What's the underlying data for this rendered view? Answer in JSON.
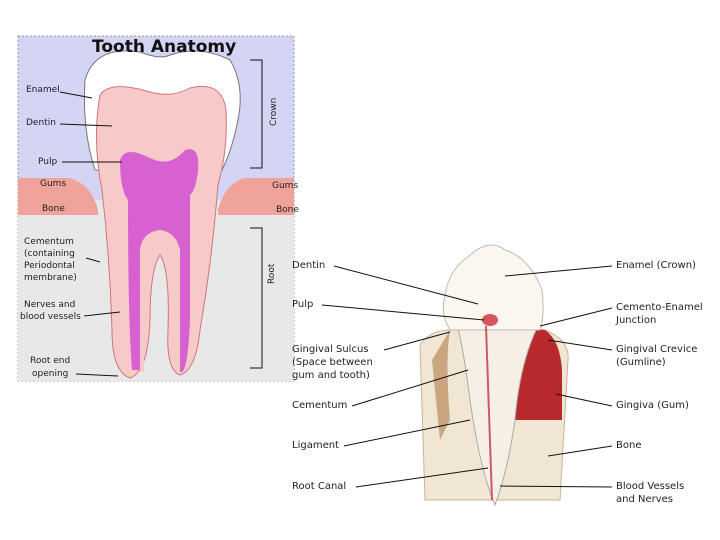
{
  "diagram_left": {
    "title": "Tooth Anatomy",
    "labels": {
      "enamel": "Enamel",
      "dentin": "Dentin",
      "pulp": "Pulp",
      "gums_left": "Gums",
      "bone_left": "Bone",
      "cementum": [
        "Cementum",
        "(containing",
        "Periodontal",
        "membrane)"
      ],
      "nerves": [
        "Nerves and",
        "blood vessels"
      ],
      "root_end": [
        "Root end",
        "opening"
      ],
      "gums_right": "Gums",
      "bone_right": "Bone",
      "crown": "Crown",
      "root": "Root"
    },
    "colors": {
      "background": "#d4d4f5",
      "enamel": "#ffffff",
      "dentin": "#f7c9c9",
      "pulp": "#d24fd2",
      "gums": "#f0a39a",
      "bone": "#e8e8e8"
    }
  },
  "diagram_right": {
    "labels_left": {
      "dentin": "Dentin",
      "pulp": "Pulp",
      "sulcus": [
        "Gingival Sulcus",
        "(Space between",
        "gum and tooth)"
      ],
      "cementum": "Cementum",
      "ligament": "Ligament",
      "root_canal": "Root Canal"
    },
    "labels_right": {
      "enamel": "Enamel (Crown)",
      "cej": [
        "Cemento-Enamel",
        "Junction"
      ],
      "crevice": [
        "Gingival Crevice",
        "(Gumline)"
      ],
      "gingiva": "Gingiva (Gum)",
      "bone": "Bone",
      "vessels": [
        "Blood Vessels",
        "and Nerves"
      ]
    }
  }
}
